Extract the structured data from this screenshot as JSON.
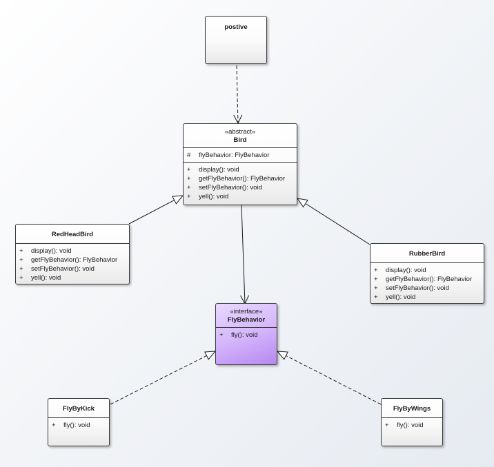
{
  "classes": {
    "postive": {
      "name": "postive"
    },
    "bird": {
      "stereotype": "«abstract»",
      "name": "Bird",
      "attributes": [
        {
          "vis": "#",
          "text": "flyBehavior: FlyBehavior"
        }
      ],
      "operations": [
        {
          "vis": "+",
          "text": "display(): void"
        },
        {
          "vis": "+",
          "text": "getFlyBehavior(): FlyBehavior"
        },
        {
          "vis": "+",
          "text": "setFlyBehavior(): void"
        },
        {
          "vis": "+",
          "text": "yell(): void"
        }
      ]
    },
    "redheadbird": {
      "name": "RedHeadBird",
      "operations": [
        {
          "vis": "+",
          "text": "display(): void"
        },
        {
          "vis": "+",
          "text": "getFlyBehavior(): FlyBehavior"
        },
        {
          "vis": "+",
          "text": "setFlyBehavior(): void"
        },
        {
          "vis": "+",
          "text": "yell(): void"
        }
      ]
    },
    "rubberbird": {
      "name": "RubberBird",
      "operations": [
        {
          "vis": "+",
          "text": "display(): void"
        },
        {
          "vis": "+",
          "text": "getFlyBehavior(): FlyBehavior"
        },
        {
          "vis": "+",
          "text": "setFlyBehavior(): void"
        },
        {
          "vis": "+",
          "text": "yell(): void"
        }
      ]
    },
    "flybehavior": {
      "stereotype": "«interface»",
      "name": "FlyBehavior",
      "operations": [
        {
          "vis": "+",
          "text": "fly(): void"
        }
      ]
    },
    "flybykick": {
      "name": "FlyByKick",
      "operations": [
        {
          "vis": "+",
          "text": "fly(): void"
        }
      ]
    },
    "flybywings": {
      "name": "FlyByWings",
      "operations": [
        {
          "vis": "+",
          "text": "fly(): void"
        }
      ]
    }
  },
  "colors": {
    "interface_fill": "#c8a2f8",
    "class_fill": "#ffffff",
    "line": "#1a1a1a"
  }
}
